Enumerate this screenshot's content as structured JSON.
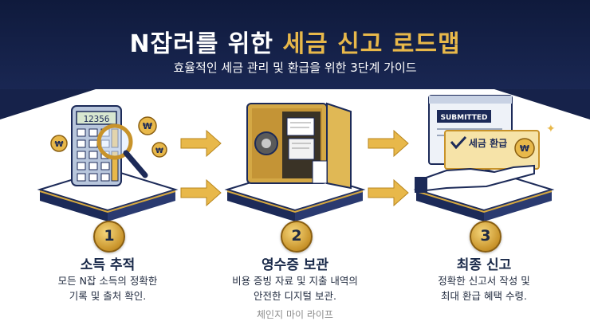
{
  "header": {
    "title_part1": "N잡러를 위한",
    "title_part2": "세금 신고 로드맵",
    "subtitle": "효율적인 세금 관리 및 환급을 위한 3단계 가이드"
  },
  "steps": [
    {
      "number": "1",
      "title": "소득 추적",
      "desc_line1": "모든 N잡 소득의 정확한",
      "desc_line2": "기록 및 출처 확인.",
      "icon": "calculator-magnifier-icon",
      "display": "12356"
    },
    {
      "number": "2",
      "title": "영수증 보관",
      "desc_line1": "비용 증빙 자료 및 지출 내역의",
      "desc_line2": "안전한 디지털 보관.",
      "icon": "safe-receipts-icon"
    },
    {
      "number": "3",
      "title": "최종 신고",
      "desc_line1": "정확한 신고서 작성 및",
      "desc_line2": "최대 환급 혜택 수령.",
      "icon": "tax-refund-hand-icon",
      "form_label": "SUBMITTED",
      "check_label": "세금 환급"
    }
  ],
  "footer": {
    "credit": "체인지 마이 라이프"
  },
  "colors": {
    "navy": "#16224a",
    "gold": "#e8b84a",
    "white": "#ffffff"
  }
}
